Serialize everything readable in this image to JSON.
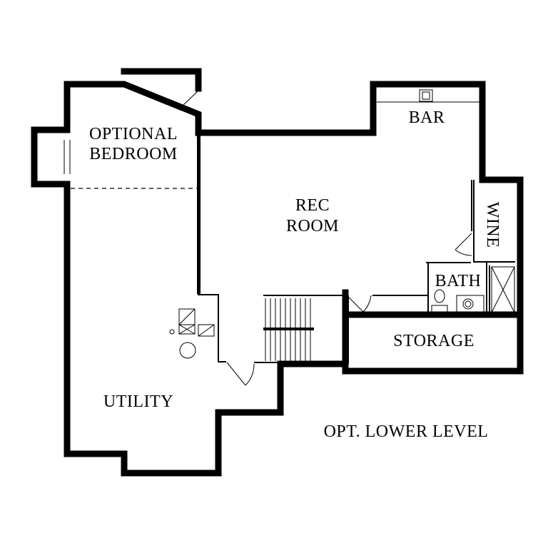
{
  "plan": {
    "title": "OPT. LOWER LEVEL",
    "rooms": {
      "optional_bedroom": [
        "OPTIONAL",
        "BEDROOM"
      ],
      "rec_room": [
        "REC",
        "ROOM"
      ],
      "bar": "BAR",
      "wine": "WINE",
      "bath": "BATH",
      "storage": "STORAGE",
      "utility": "UTILITY"
    }
  }
}
